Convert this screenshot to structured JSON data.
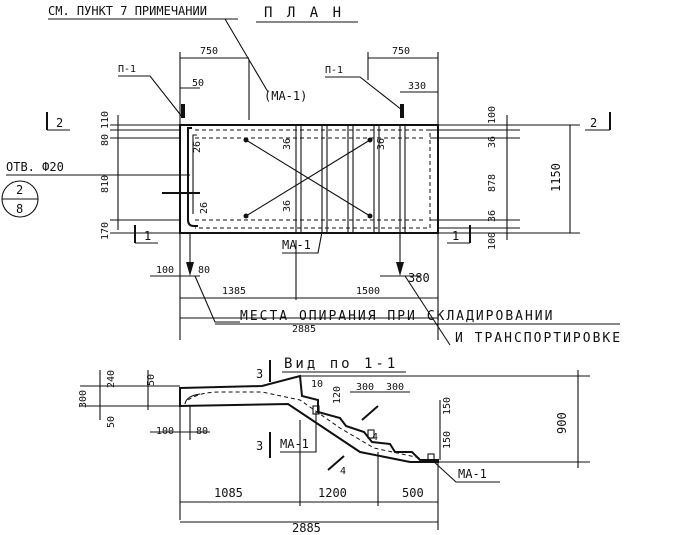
{
  "header": {
    "note": "СМ. ПУНКТ 7 ПРИМЕЧАНИИ",
    "title": "П Л А Н"
  },
  "plan": {
    "dims_top": {
      "left": "750",
      "right": "750",
      "d50": "50",
      "d330": "330"
    },
    "marks": {
      "p1_left": "П-1",
      "p1_right": "П-1",
      "ma1_top": "(МА-1)",
      "ma1_bottom": "МА-1"
    },
    "dims_left": {
      "d110": "110",
      "d80": "80",
      "d810": "810",
      "d170": "170"
    },
    "dims_inner": {
      "d26a": "26",
      "d26b": "26",
      "d36a": "36",
      "d36b": "36",
      "d36c": "36"
    },
    "dims_right": {
      "d100a": "100",
      "d36r1": "36",
      "d878": "878",
      "d36r2": "36",
      "d100b": "100",
      "d1150": "1150"
    },
    "hole_label": "ОТВ. Ф20",
    "hole_circle": {
      "top": "2",
      "bottom": "8"
    },
    "section_2_left": "2",
    "section_2_right": "2",
    "section_1_left": "1",
    "section_1_right": "1",
    "dims_bottom": {
      "d100": "100",
      "d80": "80",
      "d1385": "1385",
      "d1500": "1500",
      "d380": "380",
      "d2885": "2885"
    },
    "support_note_1": "МЕСТА ОПИРАНИЯ ПРИ СКЛАДИРОВАНИИ",
    "support_note_2": "И ТРАНСПОРТИРОВКЕ"
  },
  "section": {
    "title": "Вид по 1-1",
    "mark3_top": "3",
    "mark3_bottom": "3",
    "dims_left": {
      "d240": "240",
      "d50a": "50",
      "d300": "300",
      "d50b": "50",
      "d100": "100",
      "d80": "80"
    },
    "dims_top": {
      "d10": "10",
      "d120": "120",
      "d300a": "300",
      "d300b": "300"
    },
    "dims_right": {
      "d150a": "150",
      "d150b": "150",
      "d900": "900"
    },
    "marks": {
      "ma1_left": "МА-1",
      "ma1_right": "МА-1",
      "mark4a": "4",
      "mark4b": "4"
    },
    "dims_bottom": {
      "d1085": "1085",
      "d1200": "1200",
      "d500": "500",
      "d2885": "2885"
    }
  }
}
